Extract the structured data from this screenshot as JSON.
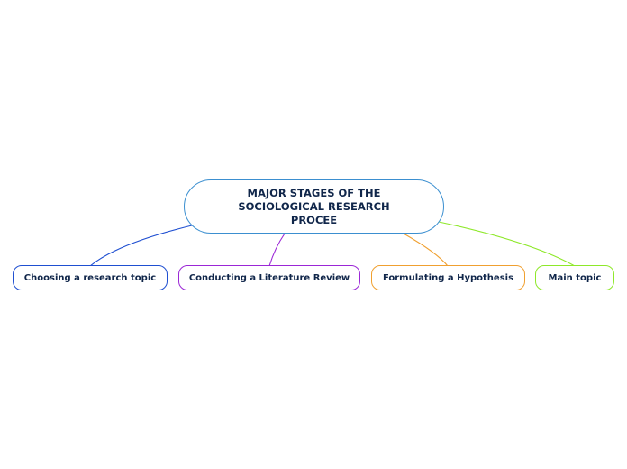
{
  "central": {
    "title": "MAJOR STAGES OF THE SOCIOLOGICAL RESEARCH PROCEE",
    "border_color": "#3b8fd0"
  },
  "topics": [
    {
      "label": "Choosing a research topic",
      "color": "#1f4fd1"
    },
    {
      "label": "Conducting a Literature Review",
      "color": "#9b27d6"
    },
    {
      "label": "Formulating a Hypothesis",
      "color": "#f0a030"
    },
    {
      "label": "Main topic",
      "color": "#8ee82a"
    }
  ]
}
